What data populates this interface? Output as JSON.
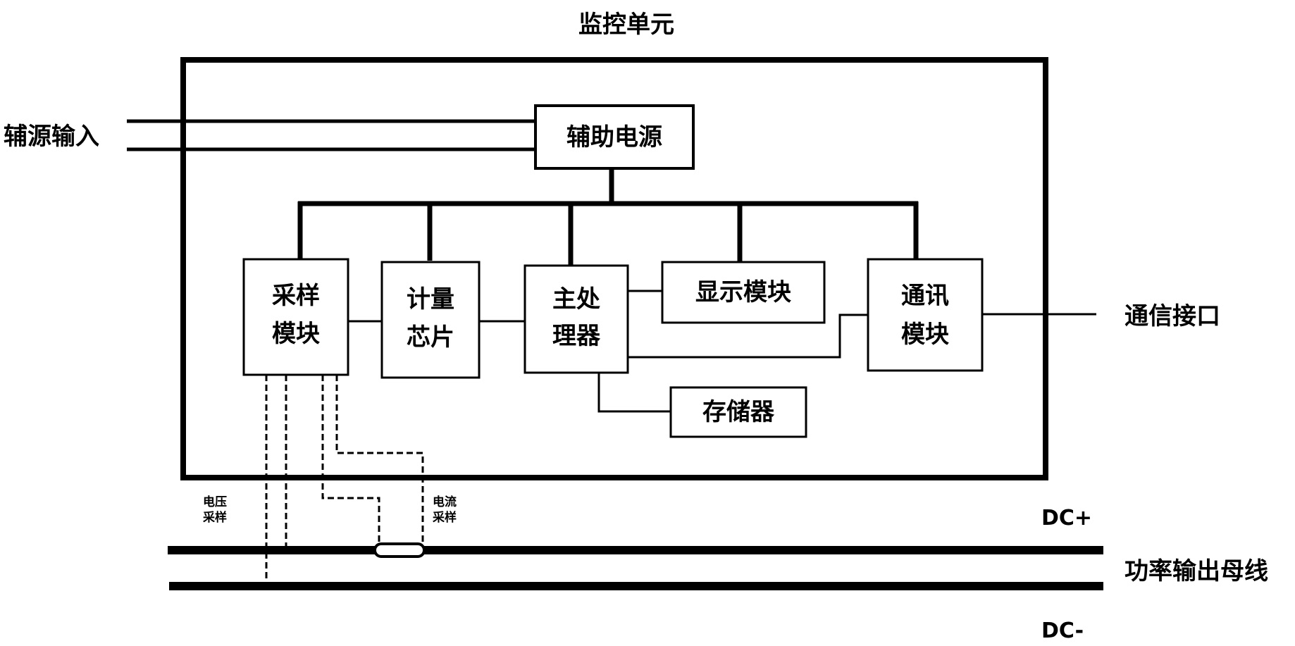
{
  "title": "监控单元",
  "aux_input_label": "辅源输入",
  "comm_interface_label": "通信接口",
  "power_bus_label": "功率输出母线",
  "dc_plus": "DC+",
  "dc_minus": "DC-",
  "voltage_sampling": [
    "电压",
    "采样"
  ],
  "current_sampling": [
    "电流",
    "采样"
  ],
  "blocks": {
    "aux_power": [
      "辅助电源"
    ],
    "sampling": [
      "采样",
      "模块"
    ],
    "metering": [
      "计量",
      "芯片"
    ],
    "main_processor": [
      "主处",
      "理器"
    ],
    "display": [
      "显示模块"
    ],
    "comm": [
      "通讯",
      "模块"
    ],
    "storage": [
      "存储器"
    ]
  }
}
